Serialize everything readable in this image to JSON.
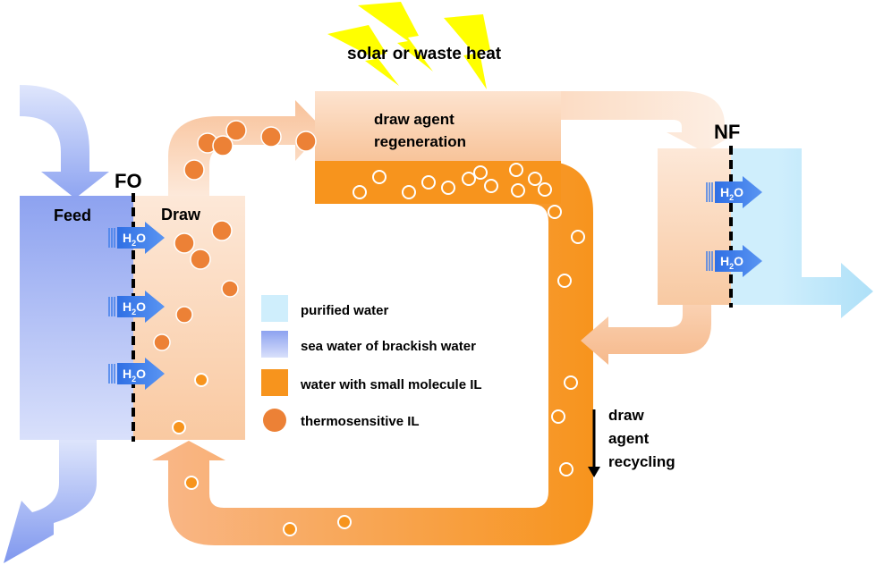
{
  "labels": {
    "heat_source": "solar or waste heat",
    "regeneration_line1": "draw agent",
    "regeneration_line2": "regeneration",
    "fo": "FO",
    "nf": "NF",
    "feed": "Feed",
    "draw": "Draw",
    "recycling_line1": "draw",
    "recycling_line2": "agent",
    "recycling_line3": "recycling",
    "water_h": "H",
    "water_sub": "2",
    "water_o": "O"
  },
  "legend": [
    {
      "text": "purified water",
      "color": "#cfeefc"
    },
    {
      "text": "sea water of brackish water",
      "color": "#9fb4f4"
    },
    {
      "text": "water with small molecule IL",
      "color": "#f7941d"
    },
    {
      "text": "thermosensitive IL",
      "color": "#ec8136"
    }
  ],
  "colors": {
    "feed_blue": "#8fa6f2",
    "draw_peach": "#fad7bd",
    "orange_stream": "#f7941d",
    "particle": "#ec8136",
    "purified": "#cfeefc",
    "h2o_arrow": "#4a86ee",
    "bolt": "#ffff00"
  }
}
